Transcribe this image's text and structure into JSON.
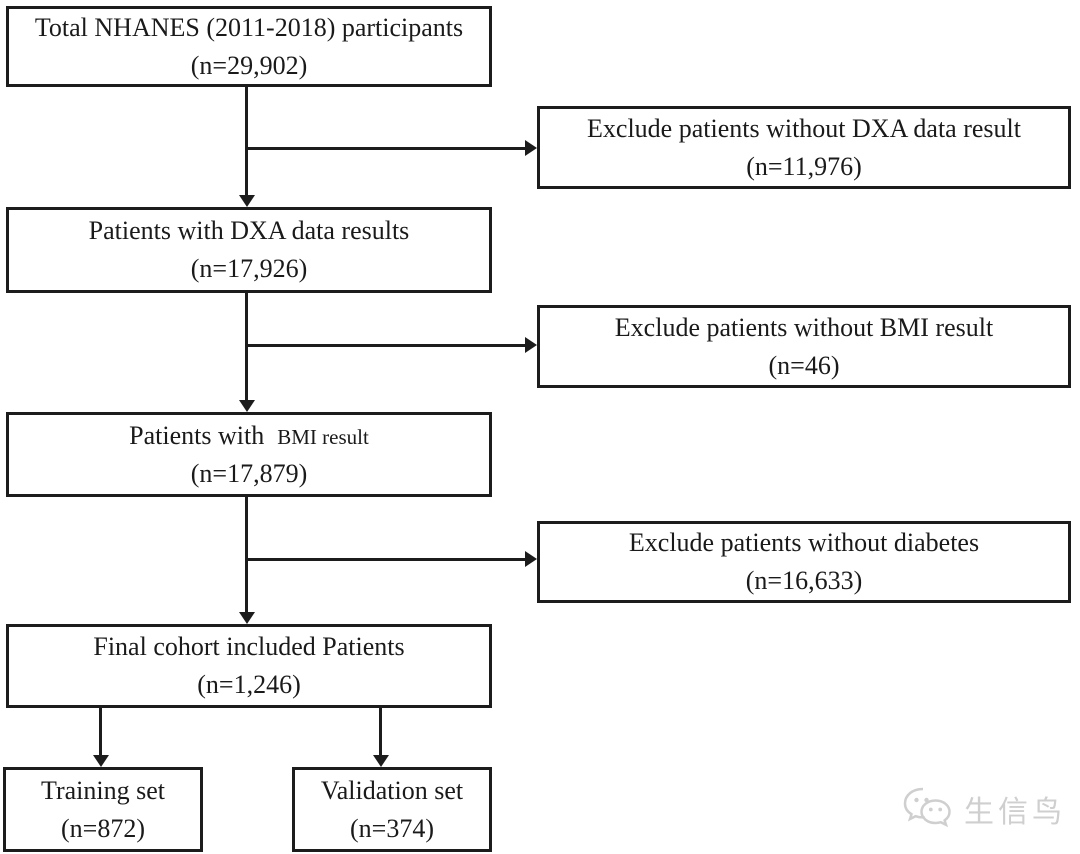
{
  "flowchart": {
    "main_boxes": [
      {
        "id": "total-participants",
        "line1": "Total NHANES (2011-2018) participants",
        "line2": "(n=29,902)"
      },
      {
        "id": "dxa-results",
        "line1": "Patients with DXA data results",
        "line2": "(n=17,926)"
      },
      {
        "id": "bmi-result",
        "line1_large": "Patients with",
        "line1_small": "BMI result",
        "line2": "(n=17,879)"
      },
      {
        "id": "final-cohort",
        "line1": "Final cohort included Patients",
        "line2": "(n=1,246)"
      }
    ],
    "exclude_boxes": [
      {
        "id": "exclude-dxa",
        "line1": "Exclude patients without DXA data result",
        "line2": "(n=11,976)"
      },
      {
        "id": "exclude-bmi",
        "line1": "Exclude patients without BMI result",
        "line2": "(n=46)"
      },
      {
        "id": "exclude-diabetes",
        "line1": "Exclude patients without diabetes",
        "line2": "(n=16,633)"
      }
    ],
    "split_boxes": [
      {
        "id": "training-set",
        "line1": "Training set",
        "line2": "(n=872)"
      },
      {
        "id": "validation-set",
        "line1": "Validation set",
        "line2": "(n=374)"
      }
    ],
    "edges": [
      {
        "from": "total-participants",
        "to": "dxa-results",
        "branch_to": "exclude-dxa"
      },
      {
        "from": "dxa-results",
        "to": "bmi-result",
        "branch_to": "exclude-bmi"
      },
      {
        "from": "bmi-result",
        "to": "final-cohort",
        "branch_to": "exclude-diabetes"
      },
      {
        "from": "final-cohort",
        "to": "training-set"
      },
      {
        "from": "final-cohort",
        "to": "validation-set"
      }
    ]
  },
  "watermark": {
    "text": "生信鸟",
    "icon": "wechat-logo-icon",
    "color": "#cfcfcf"
  },
  "colors": {
    "border": "#1c1c1c",
    "background": "#ffffff",
    "text": "#1a1a1a"
  }
}
